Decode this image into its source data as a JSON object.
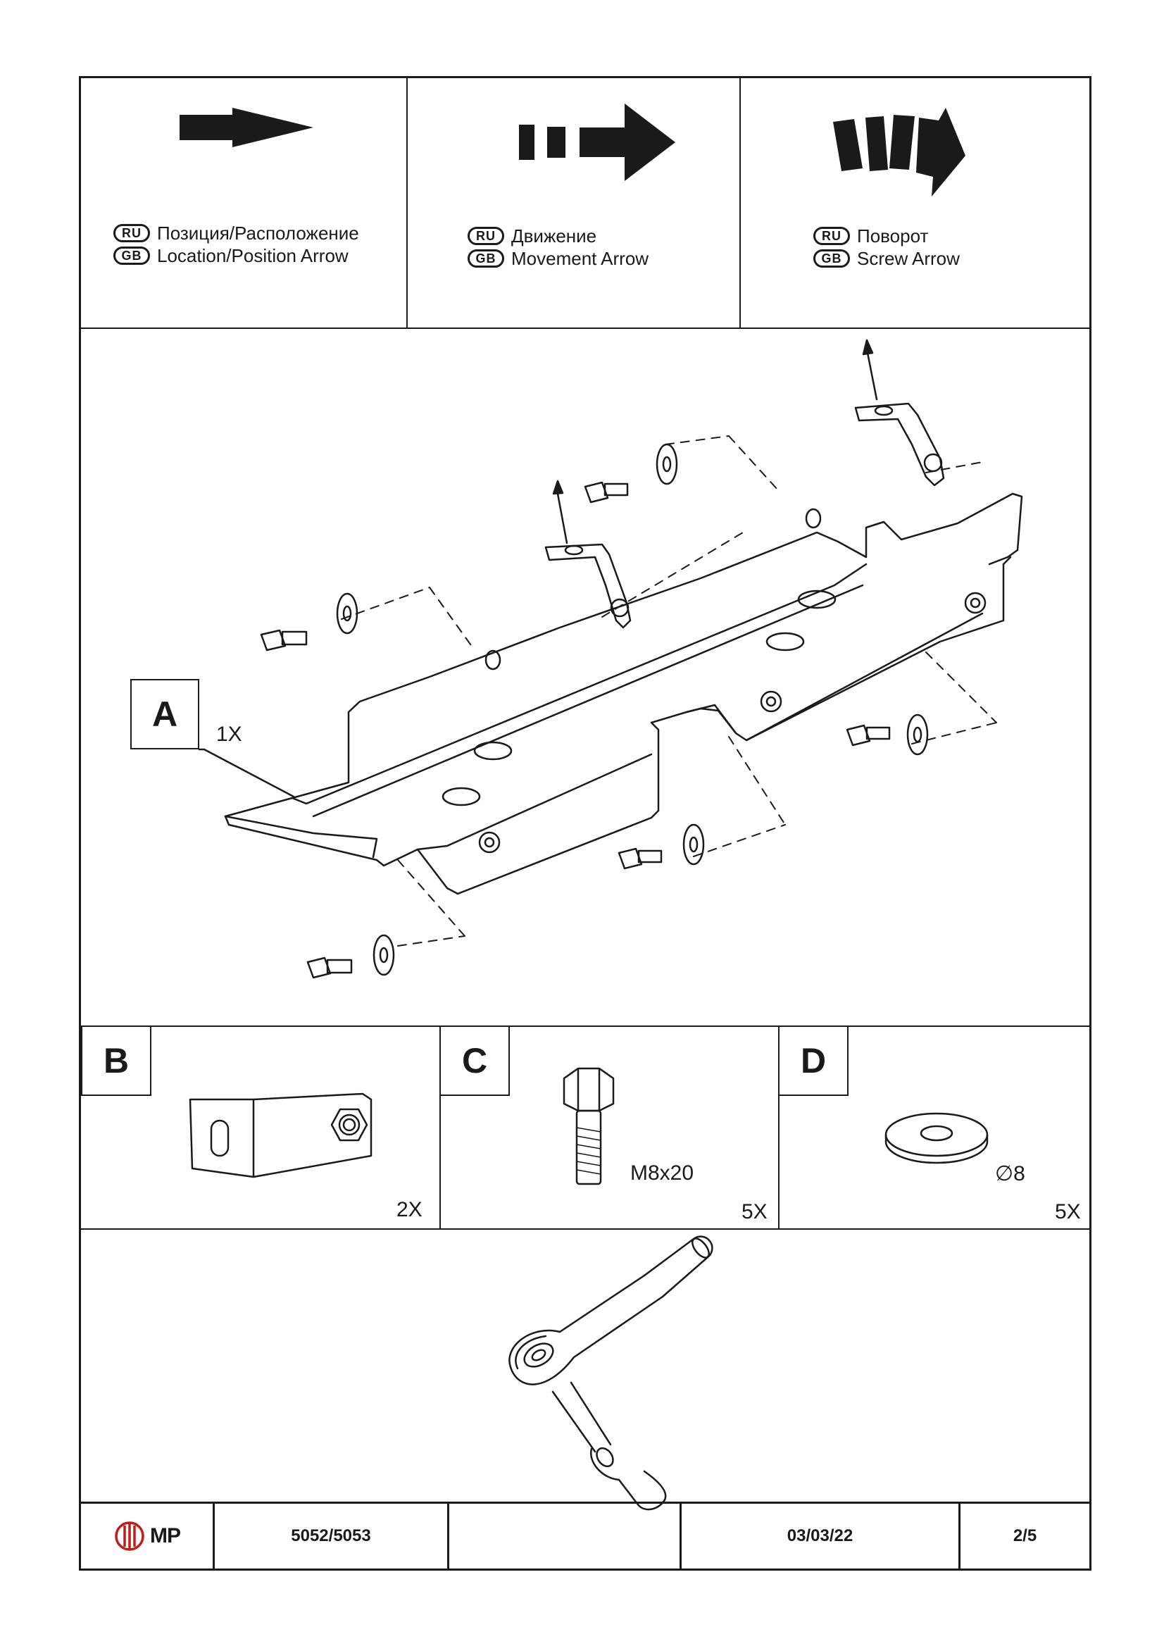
{
  "legend": [
    {
      "ru_badge": "RU",
      "gb_badge": "GB",
      "ru": "Позиция/Расположение",
      "gb": "Location/Position Arrow",
      "icon": "location-arrow-icon"
    },
    {
      "ru_badge": "RU",
      "gb_badge": "GB",
      "ru": "Движение",
      "gb": "Movement Arrow",
      "icon": "movement-arrow-icon"
    },
    {
      "ru_badge": "RU",
      "gb_badge": "GB",
      "ru": "Поворот",
      "gb": "Screw Arrow",
      "icon": "screw-arrow-icon"
    }
  ],
  "assembly": {
    "part_letter": "A",
    "part_qty": "1X"
  },
  "parts": [
    {
      "letter": "B",
      "qty": "2X",
      "label": ""
    },
    {
      "letter": "C",
      "qty": "5X",
      "label": "M8x20"
    },
    {
      "letter": "D",
      "qty": "5X",
      "label": "∅8"
    }
  ],
  "footer": {
    "logo_text": "MP",
    "part_number": "5052/5053",
    "blank": "",
    "date": "03/03/22",
    "page": "2/5"
  }
}
